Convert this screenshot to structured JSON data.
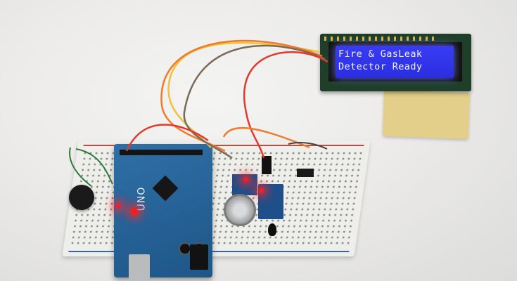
{
  "lcd": {
    "line1": "Fire & GasLeak",
    "line2": "Detector Ready"
  },
  "board": {
    "label": "UNO"
  },
  "colors": {
    "lcd_backlight": "#2a2ee0",
    "lcd_text": "#f2f4ff",
    "arduino_pcb": "#1e5687",
    "led": "#ff1b1b",
    "tape": "#e4cf8a"
  }
}
